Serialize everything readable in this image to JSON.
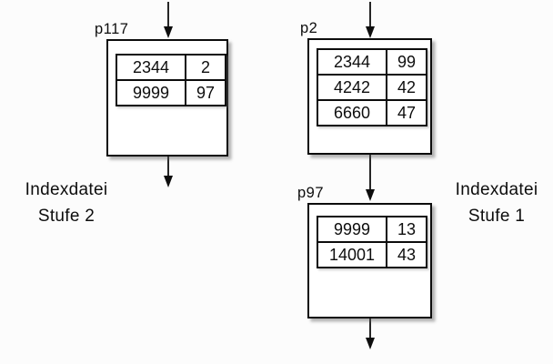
{
  "diagram": {
    "background_color": "#fcfcfc",
    "line_color": "#0d0d0d",
    "box_fill_color": "#ffffff",
    "side_labels": {
      "left": [
        "Indexdatei",
        "Stufe 2"
      ],
      "right": [
        "Indexdatei",
        "Stufe 1"
      ]
    },
    "nodes": [
      {
        "label": "p117",
        "rows": [
          [
            "2344",
            "2"
          ],
          [
            "9999",
            "97"
          ]
        ]
      },
      {
        "label": "p2",
        "rows": [
          [
            "2344",
            "99"
          ],
          [
            "4242",
            "42"
          ],
          [
            "6660",
            "47"
          ]
        ]
      },
      {
        "label": "p97",
        "rows": [
          [
            "9999",
            "13"
          ],
          [
            "14001",
            "43"
          ]
        ]
      }
    ],
    "arrows": [
      "arrow-down-into-p117",
      "arrow-down-out-of-p117",
      "arrow-down-into-p2",
      "arrow-down-p2-to-p97",
      "arrow-down-out-of-p97"
    ]
  }
}
